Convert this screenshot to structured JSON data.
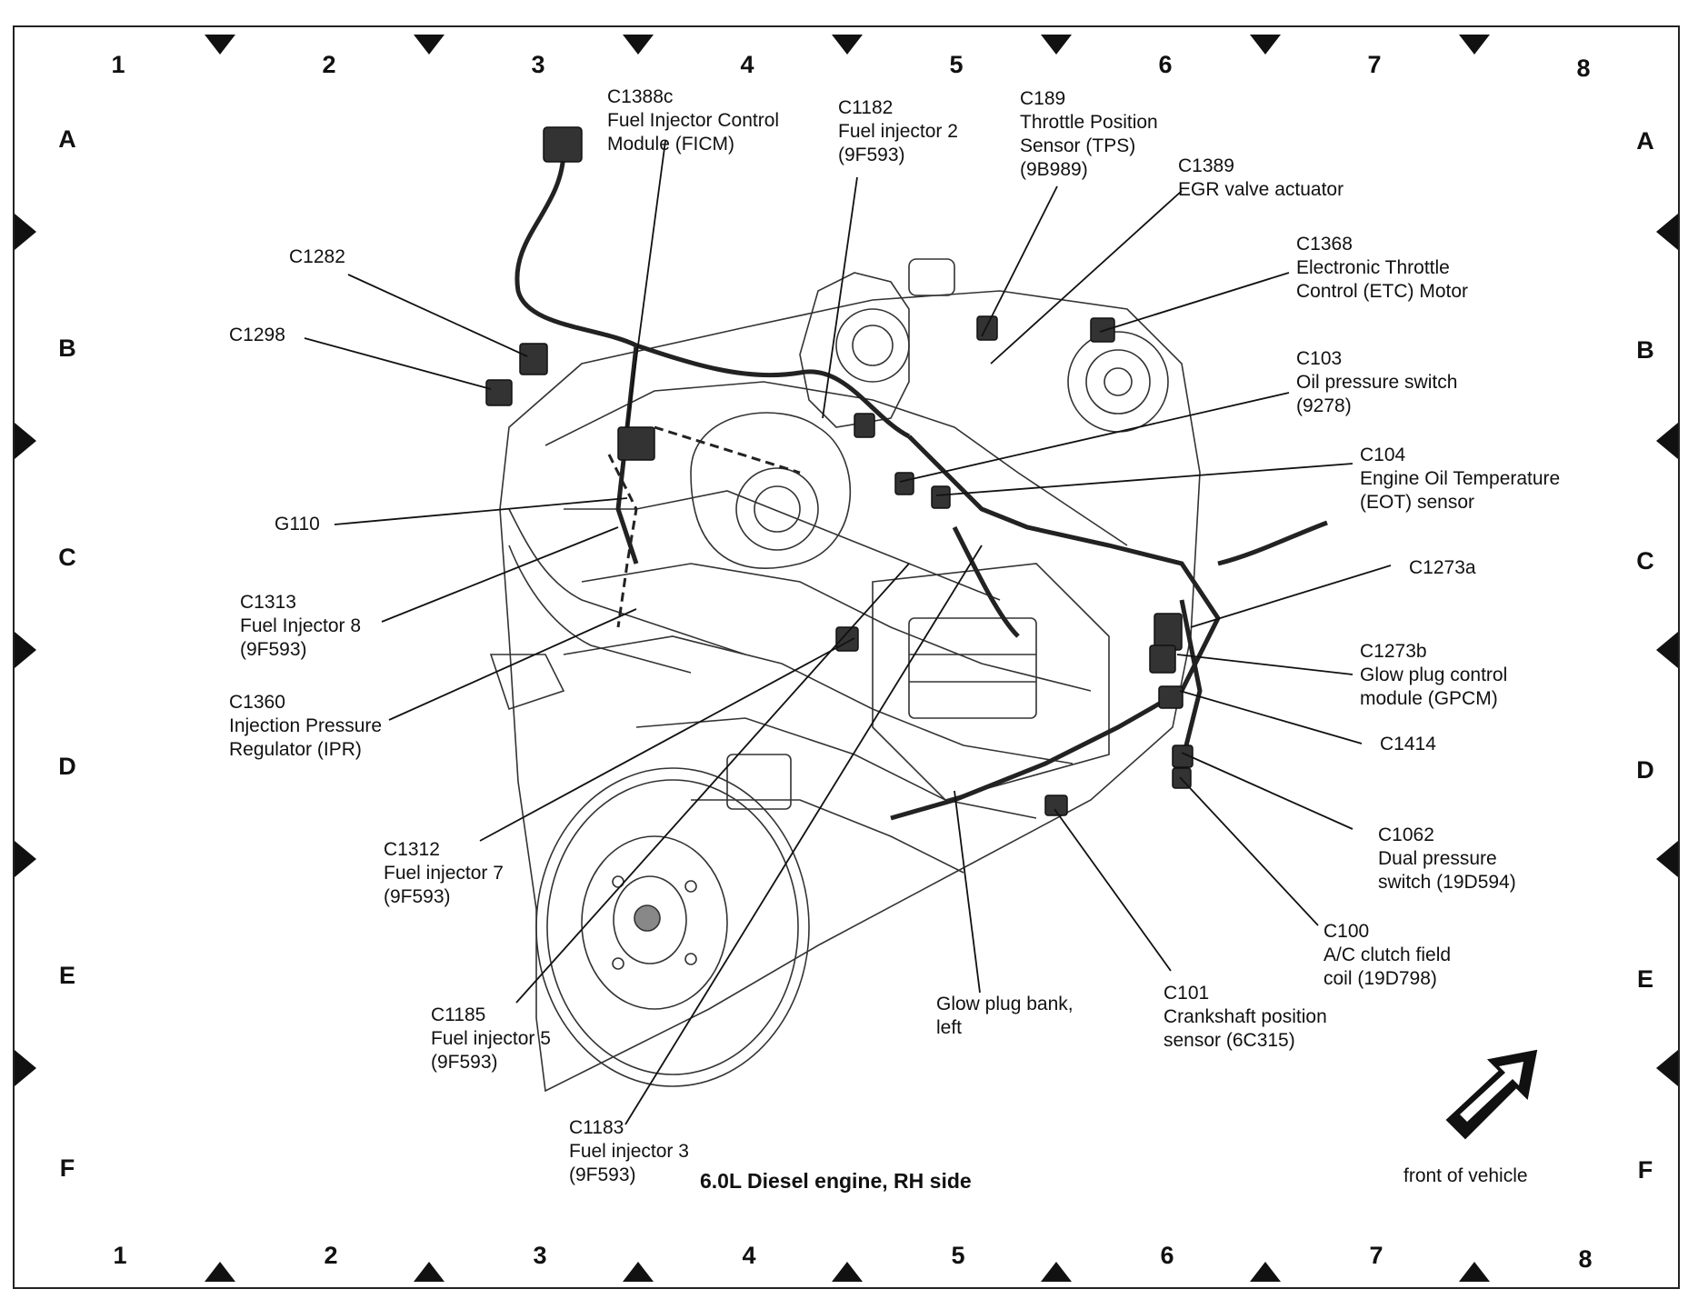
{
  "title": "6.0L Diesel engine, RH side",
  "grid": {
    "columns": [
      "1",
      "2",
      "3",
      "4",
      "5",
      "6",
      "7",
      "8"
    ],
    "rows": [
      "A",
      "B",
      "C",
      "D",
      "E",
      "F"
    ]
  },
  "callouts": [
    {
      "id": "c1388c",
      "lines": [
        "C1388c",
        "Fuel Injector Control",
        "Module (FICM)"
      ]
    },
    {
      "id": "c1182",
      "lines": [
        "C1182",
        "Fuel injector 2",
        "(9F593)"
      ]
    },
    {
      "id": "c189",
      "lines": [
        "C189",
        "Throttle Position",
        "Sensor (TPS)",
        "(9B989)"
      ]
    },
    {
      "id": "c1389",
      "lines": [
        "C1389",
        "EGR valve actuator"
      ]
    },
    {
      "id": "c1368",
      "lines": [
        "C1368",
        "Electronic Throttle",
        "Control (ETC) Motor"
      ]
    },
    {
      "id": "c1282",
      "lines": [
        "C1282"
      ]
    },
    {
      "id": "c1298",
      "lines": [
        "C1298"
      ]
    },
    {
      "id": "c103",
      "lines": [
        "C103",
        "Oil pressure switch",
        "(9278)"
      ]
    },
    {
      "id": "c104",
      "lines": [
        "C104",
        "Engine Oil Temperature",
        "(EOT) sensor"
      ]
    },
    {
      "id": "g110",
      "lines": [
        "G110"
      ]
    },
    {
      "id": "c1313",
      "lines": [
        "C1313",
        "Fuel Injector 8",
        "(9F593)"
      ]
    },
    {
      "id": "c1273a",
      "lines": [
        "C1273a"
      ]
    },
    {
      "id": "c1273b",
      "lines": [
        "C1273b",
        "Glow plug control",
        "module (GPCM)"
      ]
    },
    {
      "id": "c1360",
      "lines": [
        "C1360",
        "Injection Pressure",
        "Regulator (IPR)"
      ]
    },
    {
      "id": "c1414",
      "lines": [
        "C1414"
      ]
    },
    {
      "id": "c1312",
      "lines": [
        "C1312",
        "Fuel injector 7",
        "(9F593)"
      ]
    },
    {
      "id": "c1062",
      "lines": [
        "C1062",
        "Dual pressure",
        "switch (19D594)"
      ]
    },
    {
      "id": "c100",
      "lines": [
        "C100",
        "A/C clutch field",
        "coil (19D798)"
      ]
    },
    {
      "id": "c1185",
      "lines": [
        "C1185",
        "Fuel injector 5",
        "(9F593)"
      ]
    },
    {
      "id": "glow",
      "lines": [
        "Glow plug bank,",
        "left"
      ]
    },
    {
      "id": "c101",
      "lines": [
        "C101",
        "Crankshaft position",
        "sensor (6C315)"
      ]
    },
    {
      "id": "c1183",
      "lines": [
        "C1183",
        "Fuel injector 3",
        "(9F593)"
      ]
    }
  ],
  "front_label": "front of vehicle"
}
